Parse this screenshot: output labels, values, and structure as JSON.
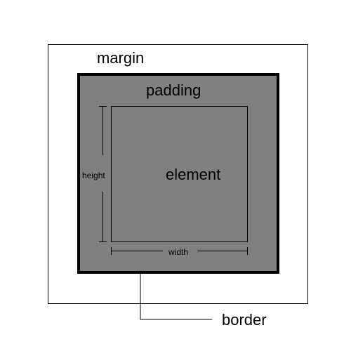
{
  "diagram": {
    "labels": {
      "margin": "margin",
      "padding": "padding",
      "element": "element",
      "height": "height",
      "width": "width",
      "border": "border"
    },
    "colors": {
      "background": "#ffffff",
      "margin_outline": "#000000",
      "padding_fill": "#808080",
      "border": "#000000",
      "content_outline": "#000000",
      "text": "#000000"
    }
  }
}
